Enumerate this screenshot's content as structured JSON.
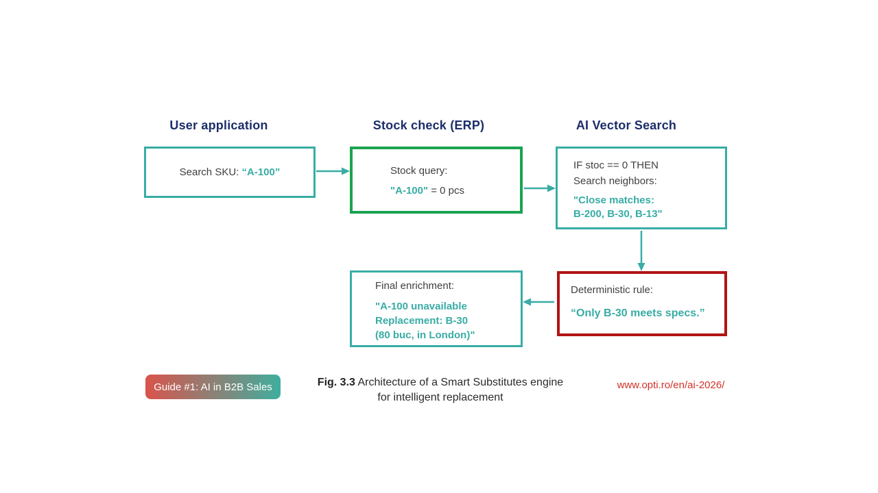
{
  "colors": {
    "teal": "#38aca5",
    "green": "#1ba351",
    "red": "#b11414",
    "navy": "#1b2d69",
    "text-dark": "#3f3f3f",
    "url-red": "#d03228",
    "badge-start": "#d9544c",
    "badge-end": "#3fae9e"
  },
  "columns": [
    {
      "title": "User application"
    },
    {
      "title": "Stock check (ERP)"
    },
    {
      "title": "AI Vector Search"
    }
  ],
  "boxes": {
    "search": {
      "label": "Search SKU: ",
      "value": "“A-100”"
    },
    "stock": {
      "title": "Stock query:",
      "value": "\"A-100\"",
      "suffix": " = 0 pcs"
    },
    "vector": {
      "line1": "IF stoc == 0 THEN",
      "line2": "Search neighbors:",
      "quote1": "\"Close matches:",
      "quote2": "B-200, B-30, B-13\""
    },
    "rule": {
      "title": "Deterministic rule:",
      "quote": "“Only B-30 meets specs.”"
    },
    "enrichment": {
      "title": "Final enrichment:",
      "quote1": "\"A-100 unavailable",
      "quote2": "Replacement: B-30",
      "quote3": "(80 buc, in London)\""
    }
  },
  "footer": {
    "badge": "Guide #1: AI in B2B Sales",
    "caption_fig": "Fig. 3.3",
    "caption_line1": " Architecture of a Smart Substitutes engine",
    "caption_line2": "for intelligent replacement",
    "url": "www.opti.ro/en/ai-2026/"
  }
}
